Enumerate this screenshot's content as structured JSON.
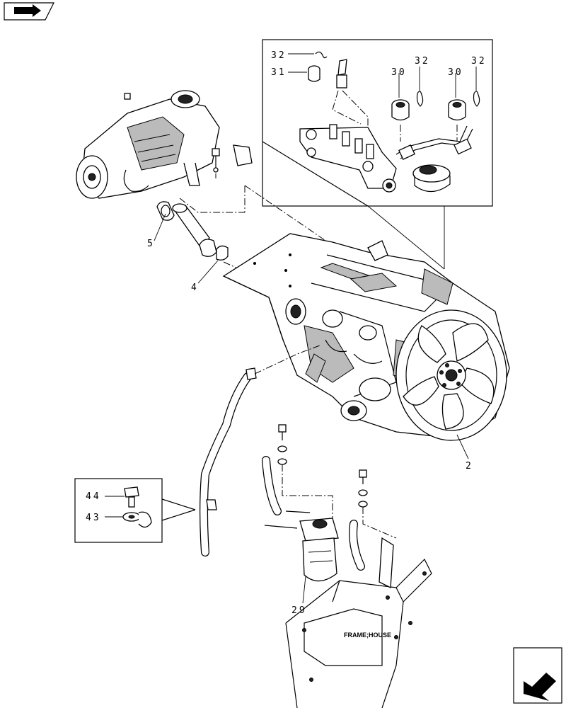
{
  "callouts": {
    "c32a": "32",
    "c31": "31",
    "c30a": "30",
    "c32b": "32",
    "c30b": "30",
    "c32c": "32",
    "c5": "5",
    "c4": "4",
    "c2": "2",
    "c44": "44",
    "c43": "43",
    "c29": "29"
  },
  "frame_label": "FRAME;HOUSE",
  "icons": {
    "top_left": "book-arrow-icon",
    "bottom_right": "next-page-arrow-icon"
  }
}
